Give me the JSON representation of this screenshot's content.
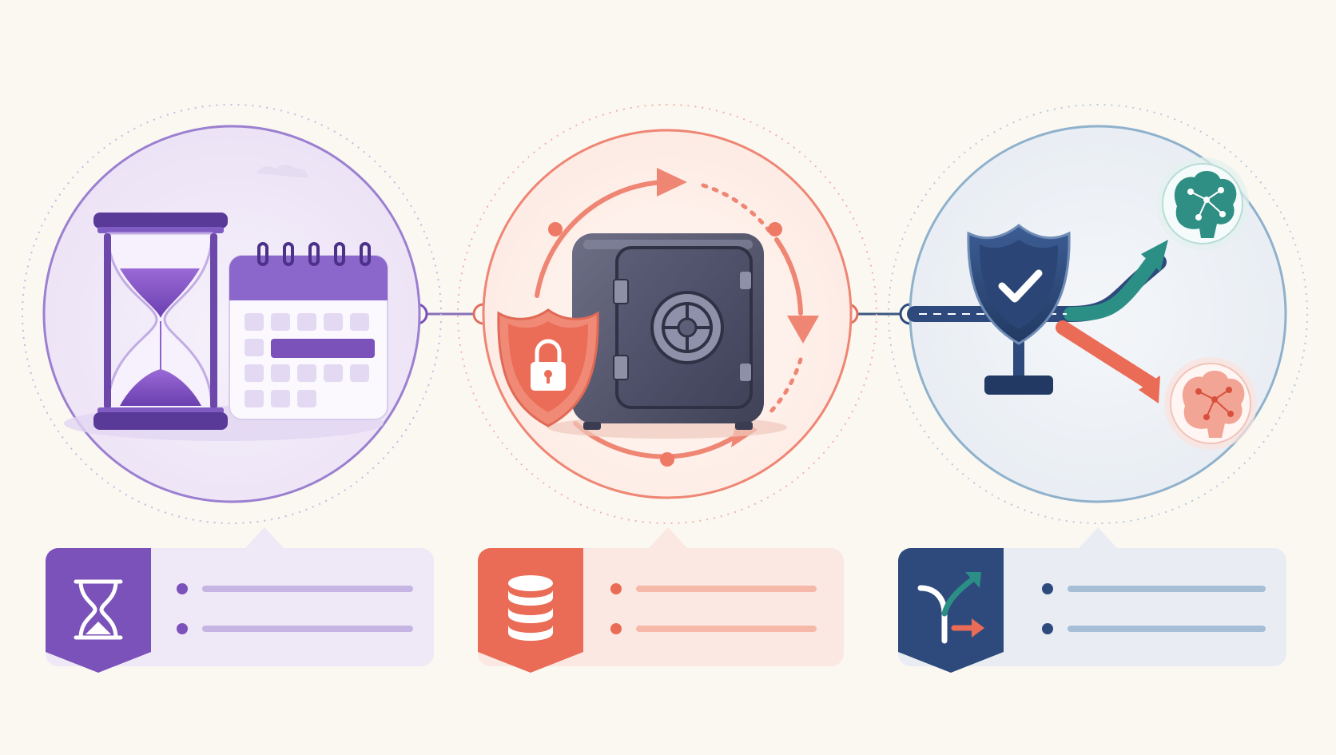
{
  "colors": {
    "background": "#fbf8f2",
    "purple": "#7b52b9",
    "purple_light": "#efe8f6",
    "coral": "#ea6b56",
    "coral_light": "#fbe8e2",
    "navy": "#2e4a7c",
    "blue_light": "#e9edf3",
    "teal": "#2b8f86",
    "blue_ring": "#8fb1cc"
  },
  "stages": [
    {
      "id": "time",
      "ring_color": "#9b7fd0",
      "icons": [
        "hourglass-icon",
        "calendar-icon"
      ],
      "card_icon": "hourglass-icon",
      "card_lines": 2
    },
    {
      "id": "storage",
      "ring_color": "#ef8573",
      "icons": [
        "safe-vault-icon",
        "lock-shield-icon",
        "cycle-arrows-icon"
      ],
      "card_icon": "database-icon",
      "card_lines": 2
    },
    {
      "id": "decision",
      "ring_color": "#8fb1cc",
      "icons": [
        "check-shield-icon",
        "fork-road-icon",
        "brain-network-icon",
        "brain-network-icon"
      ],
      "card_icon": "branch-arrows-icon",
      "card_lines": 2
    }
  ]
}
